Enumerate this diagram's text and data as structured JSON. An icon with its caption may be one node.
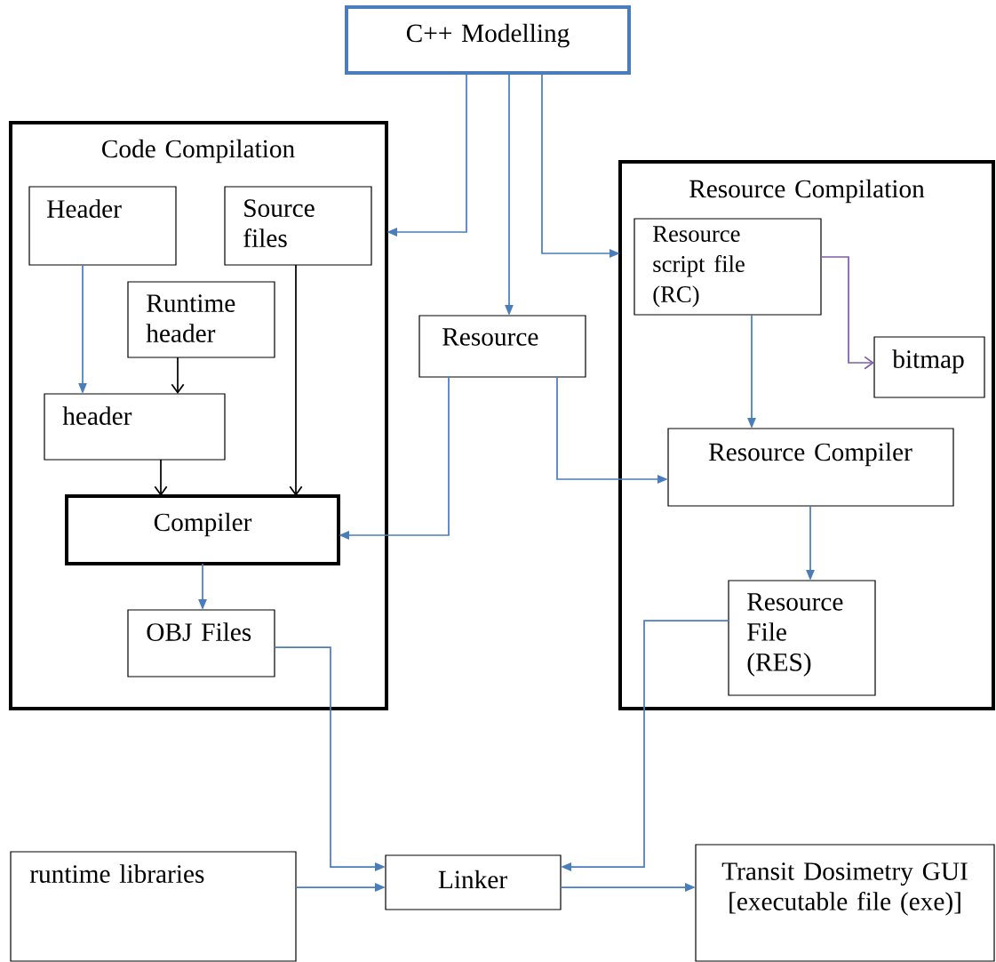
{
  "diagram": {
    "nodes": [
      {
        "text": [
          "C++ Modelling"
        ]
      },
      {
        "text": [
          "Code Compilation"
        ]
      },
      {
        "text": [
          "Header"
        ],
        "in": 1
      },
      {
        "text": [
          "Source files"
        ],
        "in": 1
      },
      {
        "text": [
          "Runtime header"
        ],
        "in": 1
      },
      {
        "text": [
          "header"
        ],
        "in": 1
      },
      {
        "text": [
          "Compiler"
        ],
        "in": 1
      },
      {
        "text": [
          "OBJ Files"
        ],
        "in": 1
      },
      {
        "text": [
          "Resource"
        ]
      },
      {
        "text": [
          "Resource Compilation"
        ]
      },
      {
        "text": [
          "Resource script file (RC)"
        ],
        "in": 9
      },
      {
        "text": [
          "bitmap"
        ],
        "in": 9
      },
      {
        "text": [
          "Resource Compiler"
        ],
        "in": 9
      },
      {
        "text": [
          "Resource File (RES)"
        ],
        "in": 9
      },
      {
        "text": [
          "runtime libraries"
        ]
      },
      {
        "text": [
          "Linker"
        ]
      },
      {
        "text": [
          "Transit Dosimetry GUI [executable file (exe)]"
        ]
      }
    ],
    "edges": [
      {
        "from": 0,
        "to": 1,
        "arrow": "to"
      },
      {
        "from": 0,
        "to": 8,
        "arrow": "to"
      },
      {
        "from": 0,
        "to": 9,
        "arrow": "to"
      },
      {
        "from": 2,
        "to": 5,
        "arrow": "to"
      },
      {
        "from": 4,
        "to": 5,
        "arrow": "to",
        "color": "#000000"
      },
      {
        "from": 5,
        "to": 6,
        "arrow": "to",
        "color": "#000000"
      },
      {
        "from": 3,
        "to": 6,
        "arrow": "to",
        "color": "#000000"
      },
      {
        "from": 8,
        "to": 6,
        "arrow": "to"
      },
      {
        "from": 8,
        "to": 12,
        "arrow": "to"
      },
      {
        "from": 10,
        "to": 11,
        "arrow": "to",
        "color": "#7f5fa8"
      },
      {
        "from": 10,
        "to": 12,
        "arrow": "to"
      },
      {
        "from": 6,
        "to": 7,
        "arrow": "to"
      },
      {
        "from": 12,
        "to": 13,
        "arrow": "to"
      },
      {
        "from": 7,
        "to": 15,
        "arrow": "to"
      },
      {
        "from": 13,
        "to": 15,
        "arrow": "to"
      },
      {
        "from": 14,
        "to": 15,
        "arrow": "to"
      },
      {
        "from": 15,
        "to": 16,
        "arrow": "to"
      }
    ]
  }
}
